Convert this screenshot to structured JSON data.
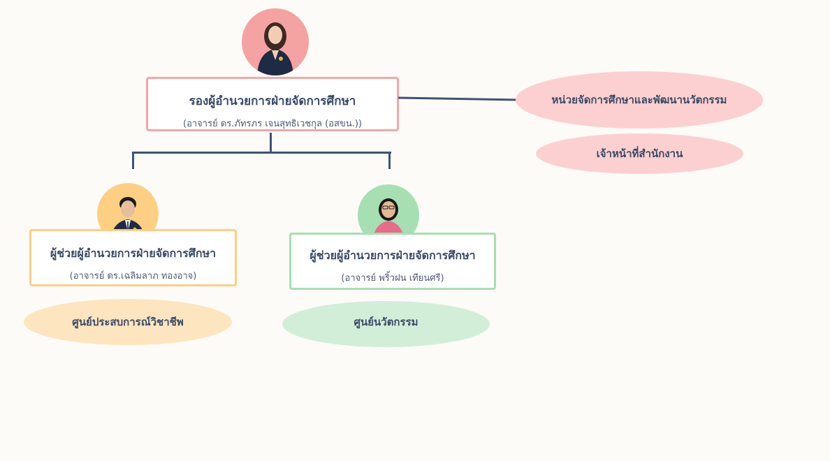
{
  "head": {
    "title": "รองผู้อำนวยการฝ่ายจัดการศึกษา",
    "person": "(อาจารย์ ดร.ภัทรภร เจนสุทธิเวชกุล (อสขน.))"
  },
  "assistant_left": {
    "title": "ผู้ช่วยผู้อำนวยการฝ่ายจัดการศึกษา",
    "person": "(อาจารย์ ดร.เฉลิมลาภ ทองอาจ)",
    "unit": "ศูนย์ประสบการณ์วิชาชีพ"
  },
  "assistant_right": {
    "title": "ผู้ช่วยผู้อำนวยการฝ่ายจัดการศึกษา",
    "person": "(อาจารย์ พริ้วฝน เทียนศรี)",
    "unit": "ศูนย์นวัตกรรม"
  },
  "side_units": [
    "หน่วยจัดการศึกษาและพัฒนานวัตกรรม",
    "เจ้าหน้าที่สำนักงาน"
  ],
  "colors": {
    "pink": "#f5a6a6",
    "pink_fill": "#fcd0d0",
    "orange": "#fccf83",
    "orange_fill": "#fde5c0",
    "green": "#a6dfb2",
    "green_fill": "#d3eed8",
    "line": "#3f5372"
  }
}
